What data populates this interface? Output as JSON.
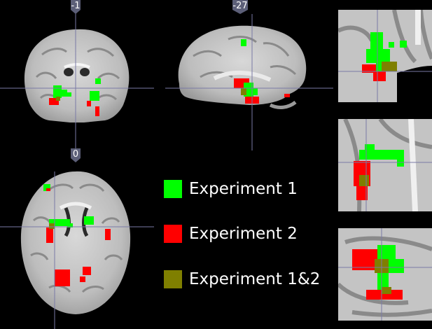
{
  "slice_labels": {
    "coronal": "-1",
    "sagittal": "-27",
    "axial": "0"
  },
  "legend": [
    {
      "label": "Experiment 1",
      "color": "#00ff00"
    },
    {
      "label": "Experiment 2",
      "color": "#ff0000"
    },
    {
      "label": "Experiment 1&2",
      "color": "#7f7f00"
    }
  ],
  "colors": {
    "background": "#000000",
    "crosshair": "#7a7aa6",
    "badge": "#5c5f78"
  }
}
